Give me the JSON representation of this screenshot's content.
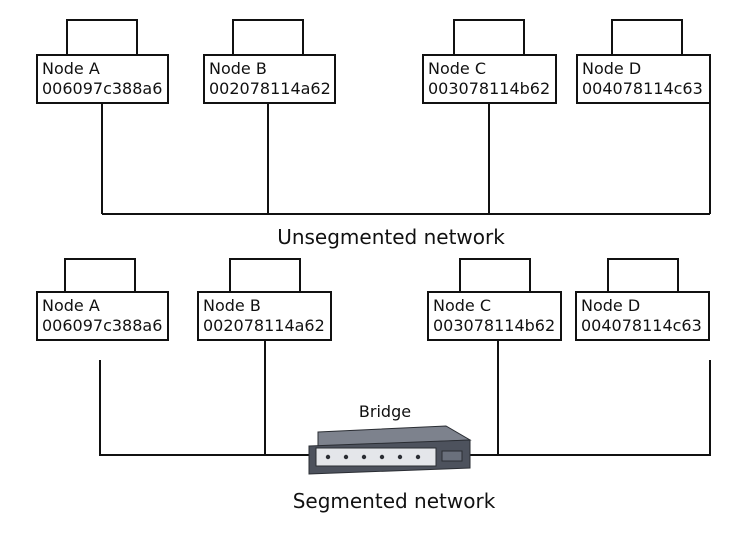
{
  "networks": [
    {
      "caption": "Unsegmented network",
      "nodes": [
        {
          "name": "Node A",
          "mac": "006097c388a6"
        },
        {
          "name": "Node B",
          "mac": "002078114a62"
        },
        {
          "name": "Node C",
          "mac": "003078114b62"
        },
        {
          "name": "Node D",
          "mac": "004078114c63"
        }
      ]
    },
    {
      "caption": "Segmented network",
      "bridge_label": "Bridge",
      "nodes": [
        {
          "name": "Node A",
          "mac": "006097c388a6"
        },
        {
          "name": "Node B",
          "mac": "002078114a62"
        },
        {
          "name": "Node C",
          "mac": "003078114b62"
        },
        {
          "name": "Node D",
          "mac": "004078114c63"
        }
      ]
    }
  ],
  "colors": {
    "line": "#111111",
    "bridge_body": "#5a5f6b",
    "bridge_panel": "#e4e6ea"
  },
  "icons": {
    "bridge": "bridge-device-icon"
  }
}
